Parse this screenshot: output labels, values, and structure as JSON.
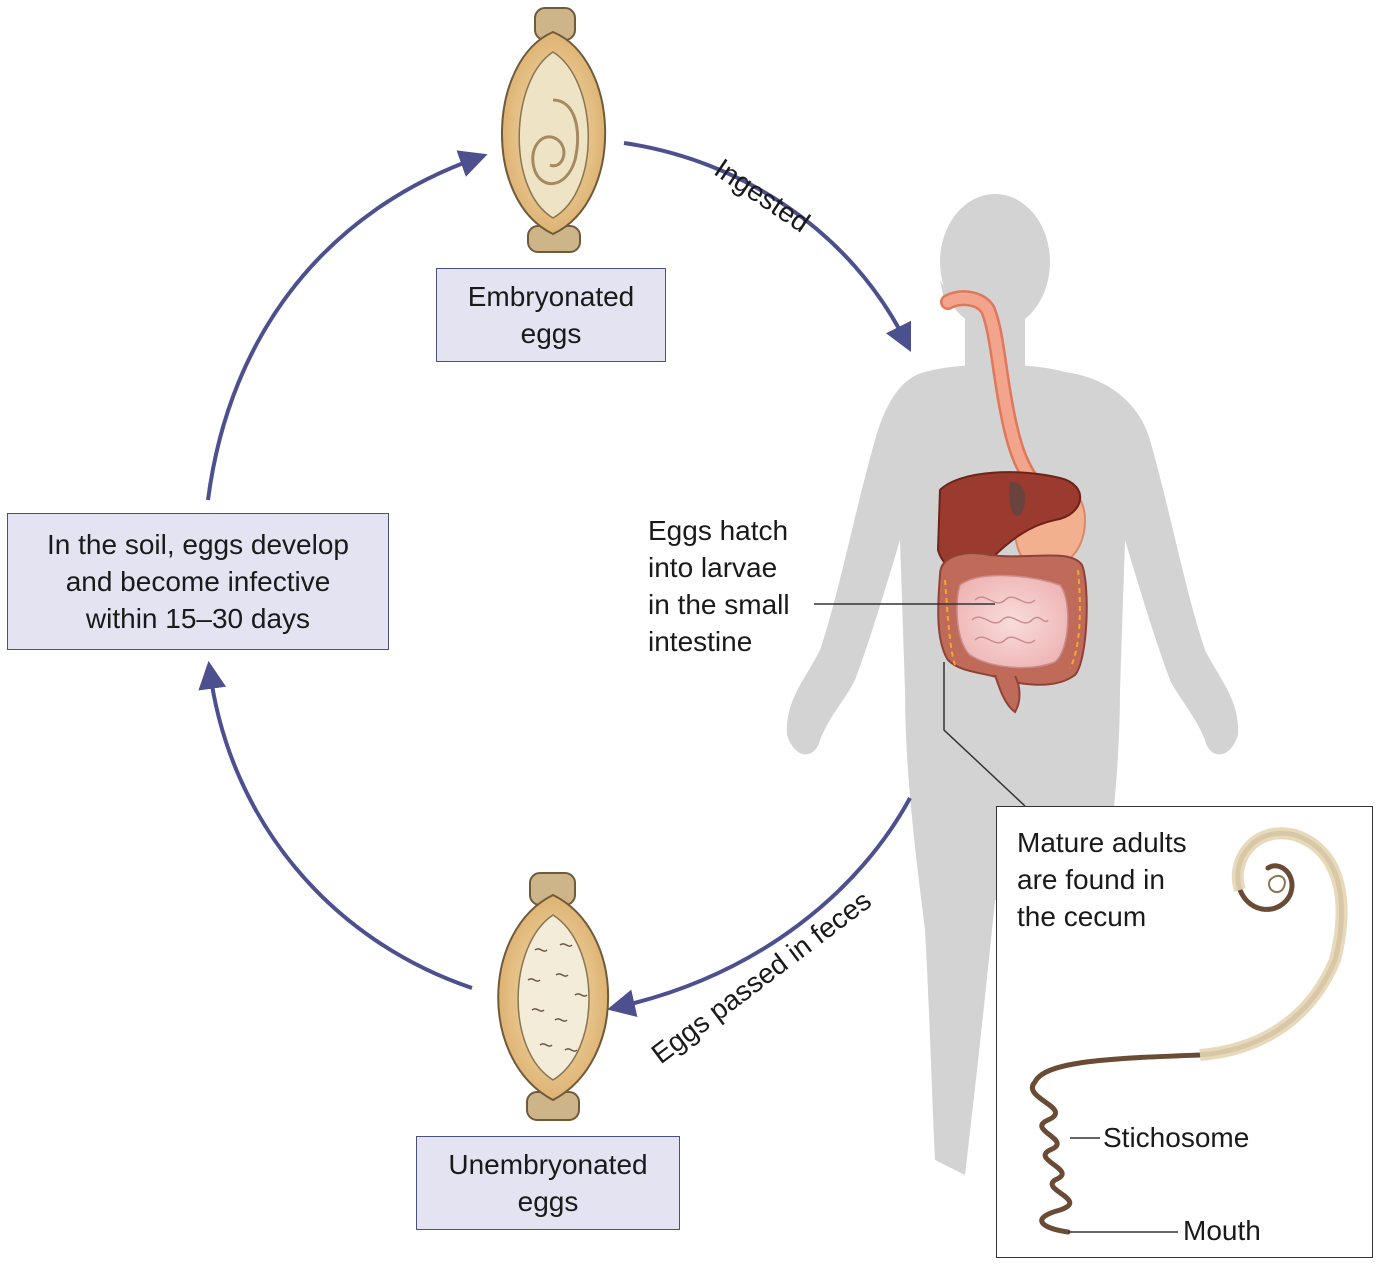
{
  "diagram": {
    "labels": {
      "embryonated_eggs": "Embryonated\neggs",
      "soil_development": "In the soil, eggs develop\nand become infective\nwithin 15–30 days",
      "unembryonated_eggs": "Unembryonated\neggs",
      "ingested": "Ingested",
      "eggs_passed_in_feces": "Eggs passed in feces",
      "eggs_hatch": "Eggs hatch\ninto larvae\nin the small\nintestine",
      "mature_adults": "Mature adults\nare found in\nthe cecum",
      "stichosome": "Stichosome",
      "mouth": "Mouth"
    },
    "colors": {
      "arrow": "#4d508e",
      "box_fill": "#e3e3f1",
      "box_border": "#4a4f86",
      "body_silhouette": "#d3d3d3",
      "egg_shell": "#e9c98e",
      "egg_plug": "#cdb589",
      "esophagus": "#f2a58c",
      "liver": "#9b3a2e",
      "intestine": "#f4c7c6",
      "colon": "#c06a5a",
      "worm": "#5a3b2a"
    }
  }
}
